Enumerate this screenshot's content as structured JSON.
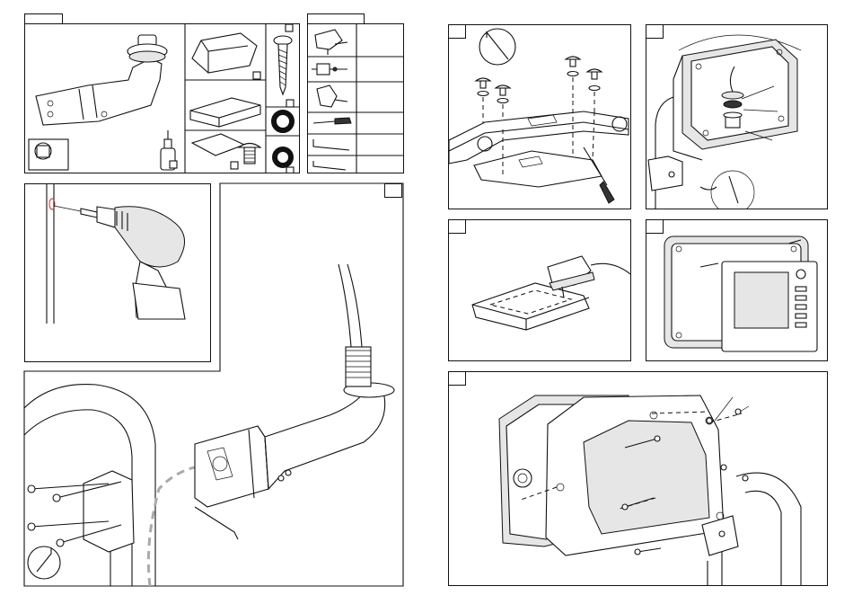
{
  "page": {
    "left_page": {
      "parts_panel": {
        "name": "parts-contents"
      },
      "tools_panel": {
        "name": "tools-required",
        "rows": 6
      },
      "step_drill": {
        "name": "drill-step"
      },
      "step_mount_arm": {
        "name": "mount-arm-step"
      }
    },
    "right_page": {
      "step_base": {
        "name": "base-screw-step"
      },
      "step_gimbal": {
        "name": "gimbal-assembly-step"
      },
      "step_cut": {
        "name": "cut-template-step"
      },
      "step_display": {
        "name": "display-fit-step"
      },
      "step_final": {
        "name": "final-mount-step"
      }
    }
  },
  "colors": {
    "line": "#111111",
    "fill_grey": "#e6e6e6",
    "dark": "#333333"
  }
}
